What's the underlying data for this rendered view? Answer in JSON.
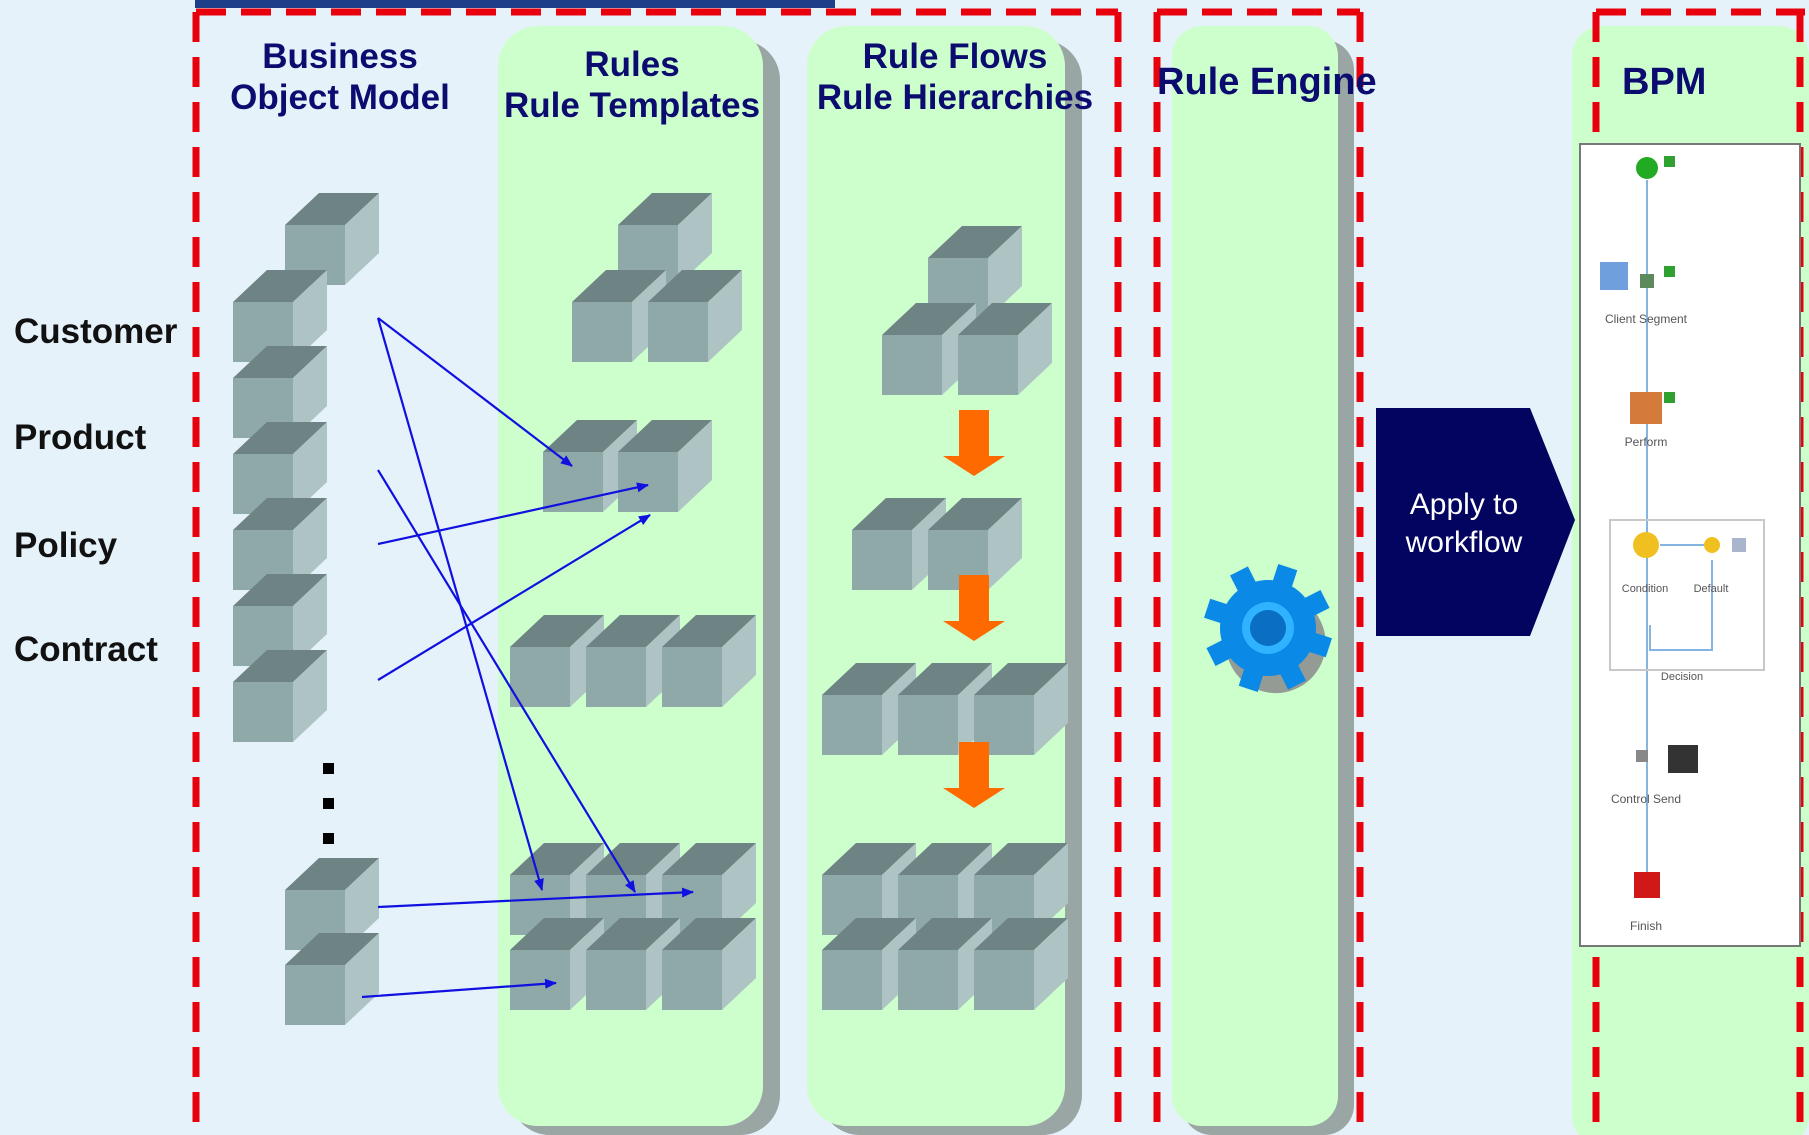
{
  "headers": {
    "bom": [
      "Business",
      "Object Model"
    ],
    "rules": [
      "Rules",
      "Rule Templates"
    ],
    "flows": [
      "Rule Flows",
      "Rule Hierarchies"
    ],
    "engine": "Rule Engine",
    "bpm": "BPM"
  },
  "objects": [
    "Customer",
    "Product",
    "Policy",
    "Contract"
  ],
  "ellipsis": "…",
  "apply_action": [
    "Apply to",
    "workflow"
  ],
  "workflow_steps": [
    "Client Segment",
    "Perform",
    "Condition",
    "Default",
    "Decision",
    "Control Send",
    "Finish"
  ],
  "colors": {
    "background": "#e6f2fa",
    "panel": "#ccffcc",
    "dashed_border": "#e8000c",
    "header_text": "#0b0b70",
    "arrow": "#1010e0",
    "flow_arrow": "#ff6a00",
    "cube_front": "#8fa9a9",
    "apply_box": "#020460"
  },
  "icons": [
    "gear-icon",
    "workflow-diagram"
  ]
}
